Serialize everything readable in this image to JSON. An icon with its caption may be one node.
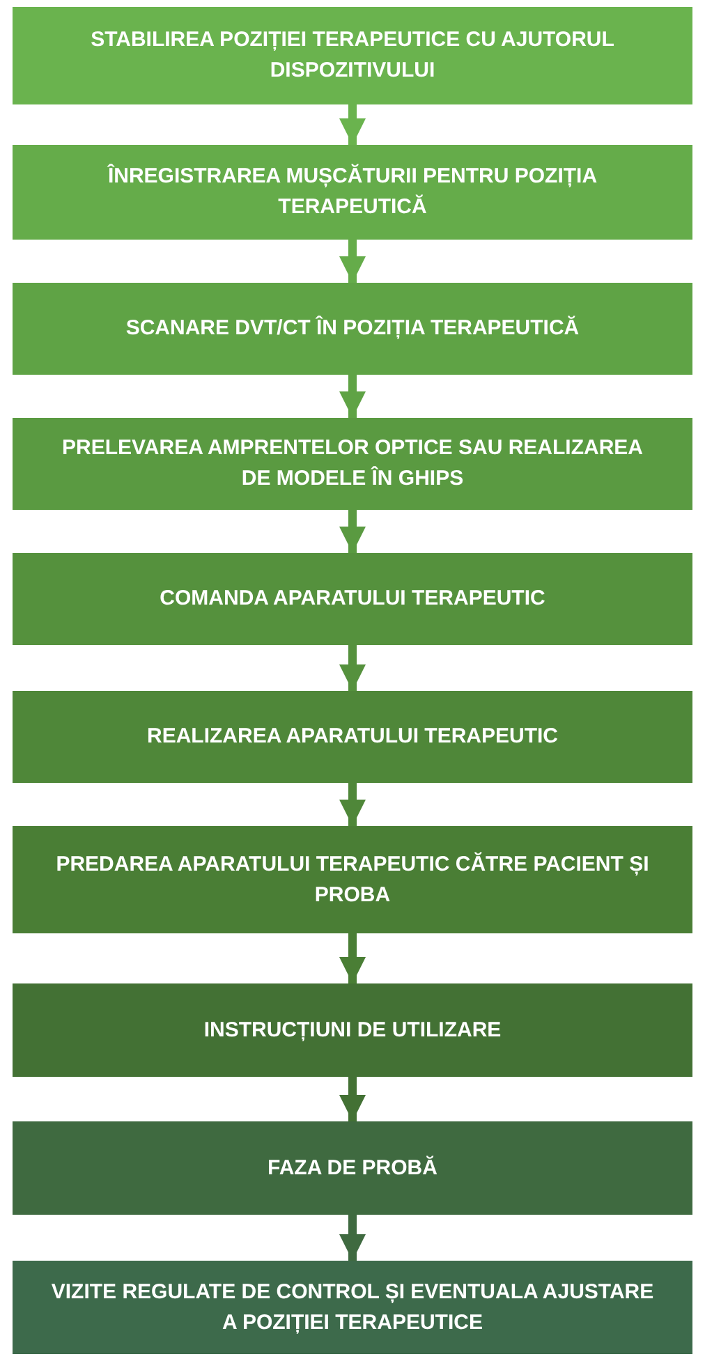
{
  "diagram": {
    "nodes": [
      {
        "text": [
          "STABILIREA POZIȚIEI TERAPEUTICE CU AJUTORUL DISPOZITIVULUI"
        ]
      },
      {
        "text": [
          "ÎNREGISTRAREA MUȘCĂTURII PENTRU POZIȚIA TERAPEUTICĂ"
        ]
      },
      {
        "text": [
          "SCANARE DVT/CT ÎN POZIȚIA TERAPEUTICĂ"
        ]
      },
      {
        "text": [
          "PRELEVAREA AMPRENTELOR OPTICE SAU REALIZAREA DE MODELE ÎN GHIPS"
        ]
      },
      {
        "text": [
          "COMANDA APARATULUI TERAPEUTIC"
        ]
      },
      {
        "text": [
          "REALIZAREA APARATULUI TERAPEUTIC"
        ]
      },
      {
        "text": [
          "PREDAREA APARATULUI TERAPEUTIC CĂTRE PACIENT ȘI PROBA"
        ]
      },
      {
        "text": [
          "INSTRUCȚIUNI DE UTILIZARE"
        ]
      },
      {
        "text": [
          "FAZA DE PROBĂ"
        ]
      },
      {
        "text": [
          "VIZITE REGULATE DE CONTROL ȘI EVENTUALA AJUSTARE A POZIȚIEI TERAPEUTICE"
        ]
      }
    ],
    "edges": [
      {
        "from": 0,
        "to": 1,
        "arrow": "to"
      },
      {
        "from": 1,
        "to": 2,
        "arrow": "to"
      },
      {
        "from": 2,
        "to": 3,
        "arrow": "to"
      },
      {
        "from": 3,
        "to": 4,
        "arrow": "to"
      },
      {
        "from": 4,
        "to": 5,
        "arrow": "to"
      },
      {
        "from": 5,
        "to": 6,
        "arrow": "to"
      },
      {
        "from": 6,
        "to": 7,
        "arrow": "to"
      },
      {
        "from": 7,
        "to": 8,
        "arrow": "to"
      },
      {
        "from": 8,
        "to": 9,
        "arrow": "to"
      }
    ]
  }
}
